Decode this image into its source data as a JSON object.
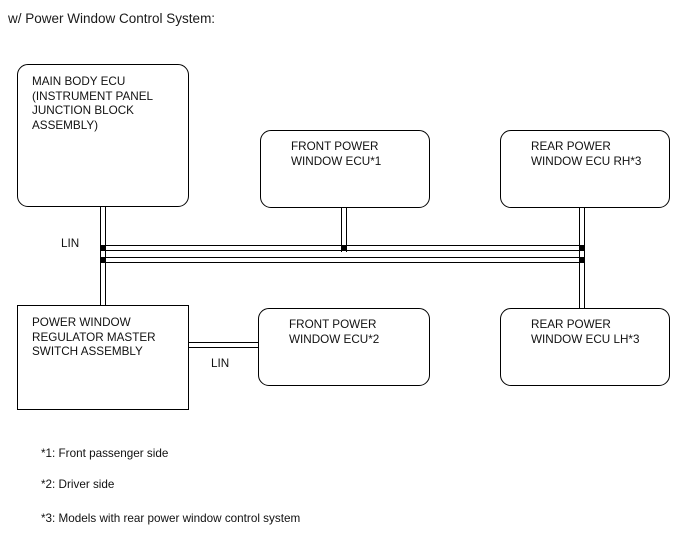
{
  "diagram": {
    "title": "w/ Power Window Control System:",
    "boxes": [
      {
        "id": "main-body-ecu",
        "label": "MAIN BODY ECU\n(INSTRUMENT PANEL\nJUNCTION BLOCK\nASSEMBLY)"
      },
      {
        "id": "front-power-window-ecu-1",
        "label": "FRONT POWER\nWINDOW ECU*1"
      },
      {
        "id": "rear-power-window-ecu-rh-3",
        "label": "REAR POWER\nWINDOW ECU RH*3"
      },
      {
        "id": "power-window-regulator-master-switch-assembly",
        "label": "POWER WINDOW\nREGULATOR MASTER\nSWITCH ASSEMBLY"
      },
      {
        "id": "front-power-window-ecu-2",
        "label": "FRONT POWER\nWINDOW ECU*2"
      },
      {
        "id": "rear-power-window-ecu-lh-3",
        "label": "REAR POWER\nWINDOW ECU LH*3"
      }
    ],
    "bus_labels": {
      "lin_main": "LIN",
      "lin_master_to_front2": "LIN"
    },
    "footnotes": [
      "*1: Front passenger side",
      "*2: Driver side",
      "*3: Models with rear power window control system"
    ],
    "colors": {
      "line": "#000000",
      "background": "#ffffff",
      "text": "#111111"
    }
  }
}
